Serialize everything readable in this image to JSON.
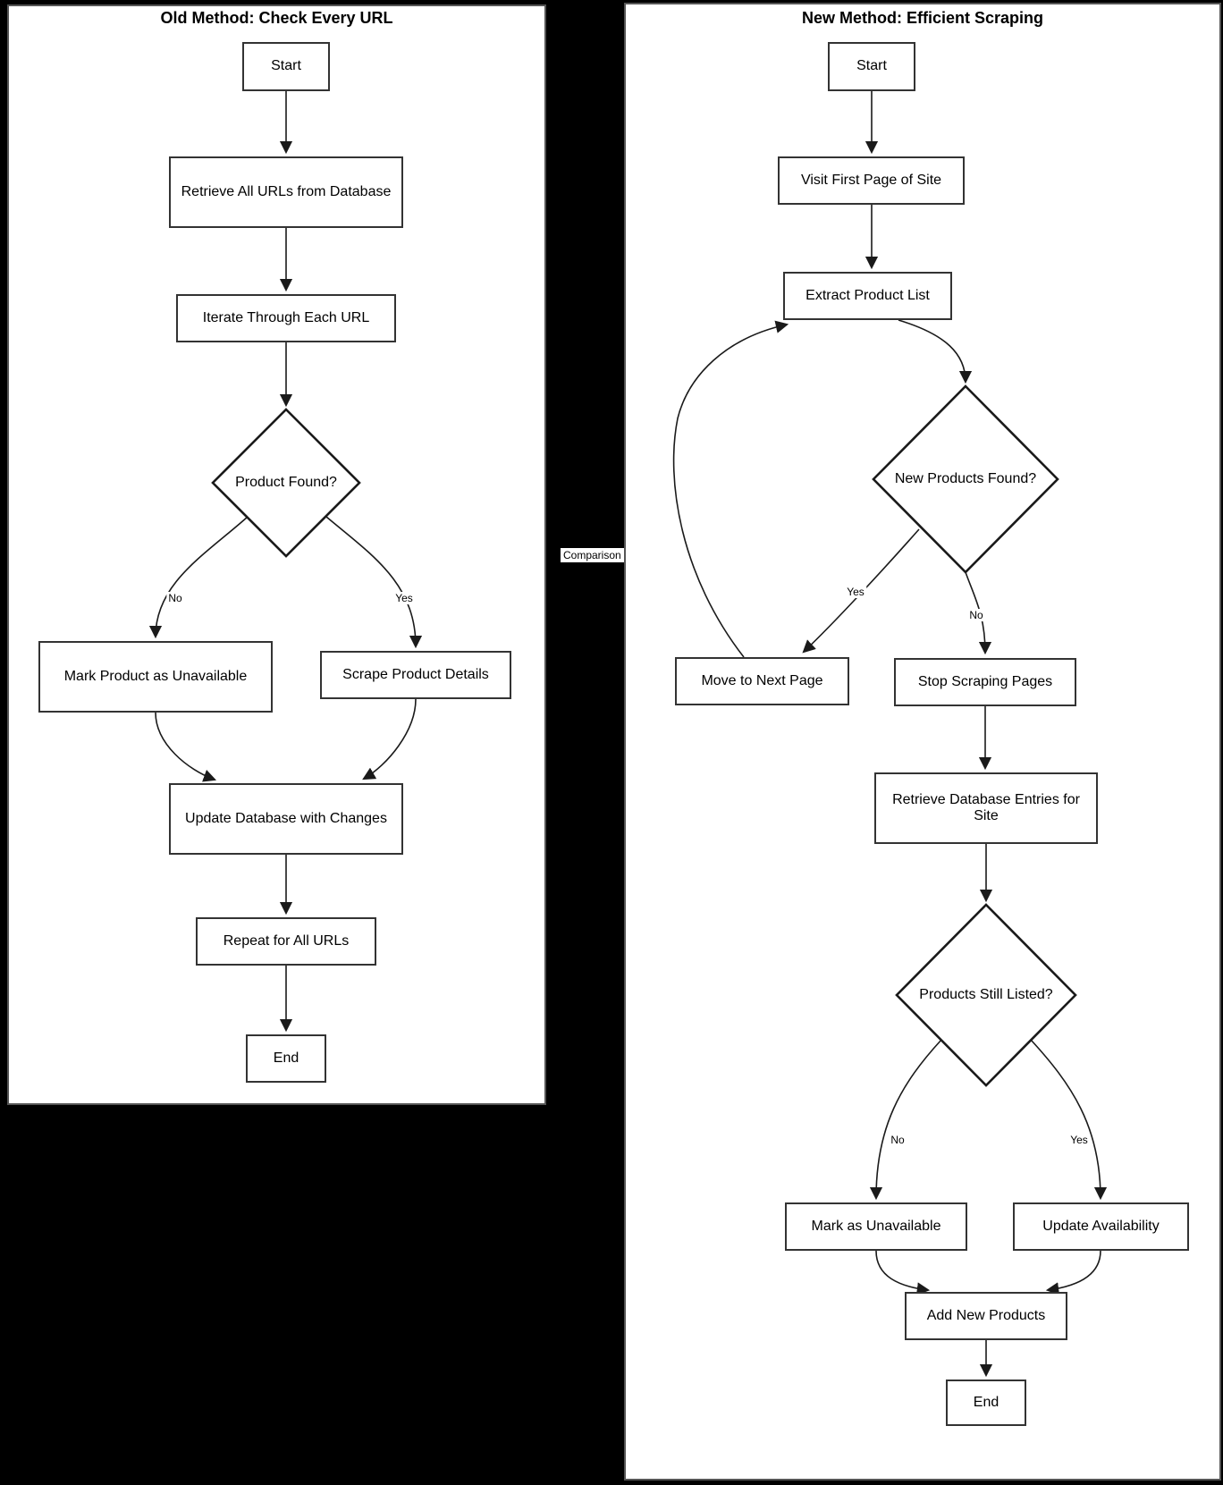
{
  "comparison": {
    "label": "Comparison"
  },
  "left": {
    "title": "Old Method: Check Every URL",
    "nodes": {
      "start": "Start",
      "retrieve": "Retrieve All URLs from Database",
      "iterate": "Iterate Through Each URL",
      "decision_product_found": "Product Found?",
      "mark_unavailable": "Mark Product as Unavailable",
      "scrape_details": "Scrape Product Details",
      "update_db": "Update Database with Changes",
      "repeat": "Repeat for All URLs",
      "end": "End"
    },
    "edge_labels": {
      "no": "No",
      "yes": "Yes"
    }
  },
  "right": {
    "title": "New Method: Efficient Scraping",
    "nodes": {
      "start": "Start",
      "visit_first_page": "Visit First Page of Site",
      "extract_list": "Extract Product List",
      "decision_new_products": "New Products Found?",
      "move_next_page": "Move to Next Page",
      "stop_scraping": "Stop Scraping Pages",
      "retrieve_entries": "Retrieve Database Entries for Site",
      "decision_still_listed": "Products Still Listed?",
      "mark_unavailable": "Mark as Unavailable",
      "update_availability": "Update Availability",
      "add_new": "Add New Products",
      "end": "End"
    },
    "edge_labels": {
      "yes": "Yes",
      "no": "No",
      "no2": "No",
      "yes2": "Yes"
    }
  },
  "colors": {
    "background": "#000000",
    "panel_fill": "#ffffff",
    "node_border": "#333333",
    "edge_line": "#1a1a1a"
  }
}
